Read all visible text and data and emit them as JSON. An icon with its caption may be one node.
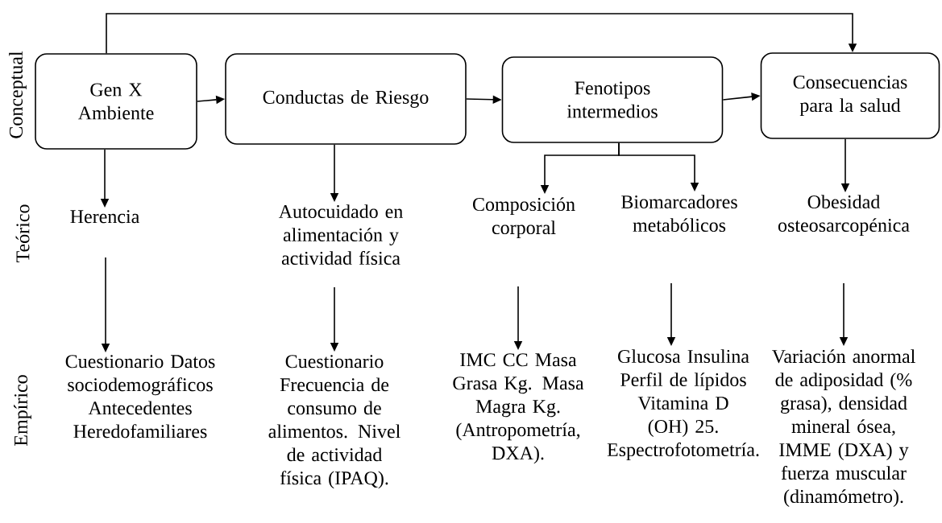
{
  "diagram": {
    "nodes": [
      {
        "text": [
          "Gen X Ambiente"
        ]
      },
      {
        "text": [
          "Conductas de Riesgo"
        ]
      },
      {
        "text": [
          "Fenotipos intermedios"
        ]
      },
      {
        "text": [
          "Consecuencias para la salud"
        ]
      },
      {
        "text": [
          "Herencia"
        ]
      },
      {
        "text": [
          "Autocuidado en alimentación y actividad física"
        ]
      },
      {
        "text": [
          "Composición corporal"
        ]
      },
      {
        "text": [
          "Biomarcadores metabólicos"
        ]
      },
      {
        "text": [
          "Obesidad osteosarcopénica"
        ]
      },
      {
        "text": [
          "Cuestionario Datos sociodemográficos Antecedentes Heredofamiliares"
        ]
      },
      {
        "text": [
          "Cuestionario Frecuencia de consumo de alimentos. Nivel de actividad física (IPAQ)."
        ]
      },
      {
        "text": [
          "IMC CC Masa Grasa Kg. Masa Magra Kg. (Antropometría, DXA)."
        ]
      },
      {
        "text": [
          "Glucosa Insulina Perfil de lípidos Vitamina D (OH) 25. Espectrofotometría."
        ]
      },
      {
        "text": [
          "Variación anormal de adiposidad (% grasa), densidad mineral ósea, IMME (DXA) y fuerza muscular (dinamómetro)."
        ]
      }
    ],
    "edges": [
      {
        "from": 0,
        "to": 1,
        "arrow": "to"
      },
      {
        "from": 1,
        "to": 2,
        "arrow": "to"
      },
      {
        "from": 2,
        "to": 3,
        "arrow": "to"
      },
      {
        "from": 0,
        "to": 3,
        "arrow": "to"
      },
      {
        "from": 0,
        "to": 4,
        "arrow": "to"
      },
      {
        "from": 1,
        "to": 5,
        "arrow": "to"
      },
      {
        "from": 2,
        "to": 6,
        "arrow": "to"
      },
      {
        "from": 2,
        "to": 7,
        "arrow": "to"
      },
      {
        "from": 3,
        "to": 8,
        "arrow": "to"
      },
      {
        "from": 4,
        "to": 9,
        "arrow": "to"
      },
      {
        "from": 5,
        "to": 10,
        "arrow": "to"
      },
      {
        "from": 6,
        "to": 11,
        "arrow": "to"
      },
      {
        "from": 7,
        "to": 12,
        "arrow": "to"
      },
      {
        "from": 8,
        "to": 13,
        "arrow": "to"
      }
    ],
    "labels": [
      "Conceptual",
      "Teórico",
      "Empírico"
    ]
  }
}
